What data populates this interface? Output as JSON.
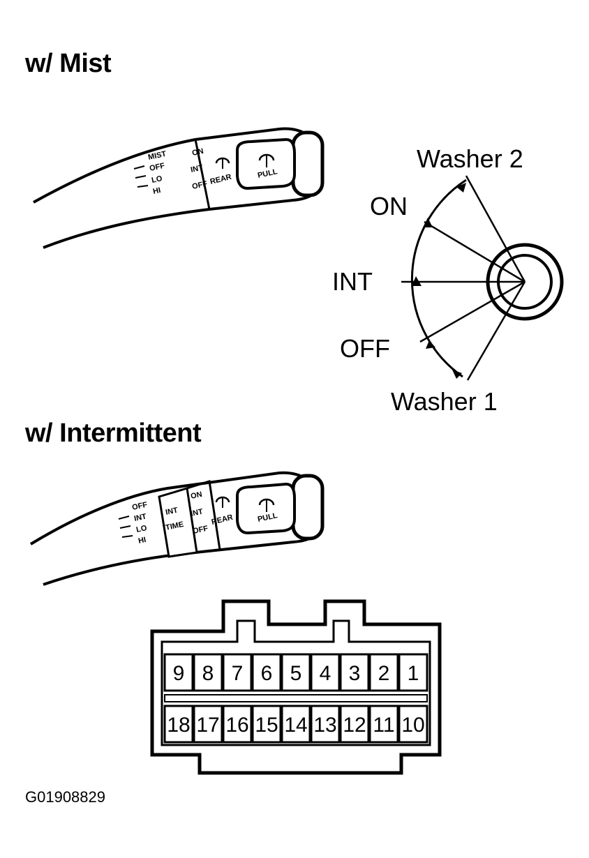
{
  "headings": {
    "mist": "w/ Mist",
    "intermittent": "w/ Intermittent"
  },
  "mist_switch": {
    "lever_positions": [
      "MIST",
      "OFF",
      "LO",
      "HI"
    ],
    "rear_positions": [
      "ON",
      "INT",
      "OFF"
    ],
    "rear_label": "REAR",
    "pull_label": "PULL"
  },
  "intermittent_switch": {
    "lever_positions": [
      "OFF",
      "INT",
      "LO",
      "HI"
    ],
    "int_time_label_1": "INT",
    "int_time_label_2": "TIME",
    "rear_positions": [
      "ON",
      "INT",
      "OFF"
    ],
    "rear_label": "REAR",
    "pull_label": "PULL"
  },
  "knob_positions": {
    "washer2": "Washer 2",
    "on": "ON",
    "int": "INT",
    "off": "OFF",
    "washer1": "Washer 1"
  },
  "connector": {
    "top_row": [
      "9",
      "8",
      "7",
      "6",
      "5",
      "4",
      "3",
      "2",
      "1"
    ],
    "bottom_row": [
      "18",
      "17",
      "16",
      "15",
      "14",
      "13",
      "12",
      "11",
      "10"
    ]
  },
  "figure_code": "G01908829"
}
